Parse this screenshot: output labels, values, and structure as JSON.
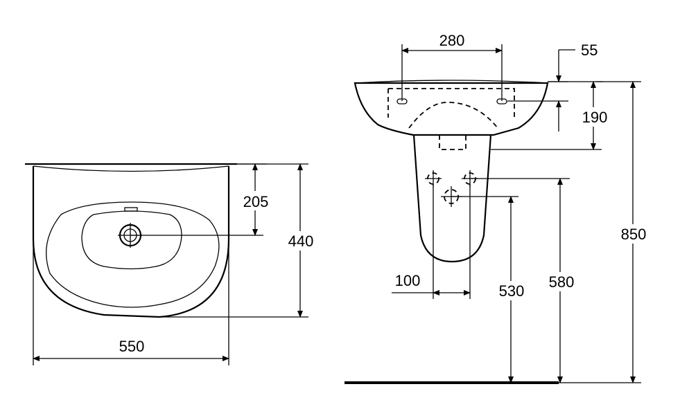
{
  "dimensions": {
    "top_view": {
      "width": "550",
      "depth": "440",
      "tap_hole_offset": "205"
    },
    "side_view": {
      "tap_hole_spacing": "280",
      "rim_thickness": "55",
      "basin_height": "190",
      "waste_spacing": "100",
      "supply_height": "530",
      "waste_height": "580",
      "rim_height": "850"
    }
  },
  "colors": {
    "line": "#000000",
    "background": "#ffffff"
  }
}
